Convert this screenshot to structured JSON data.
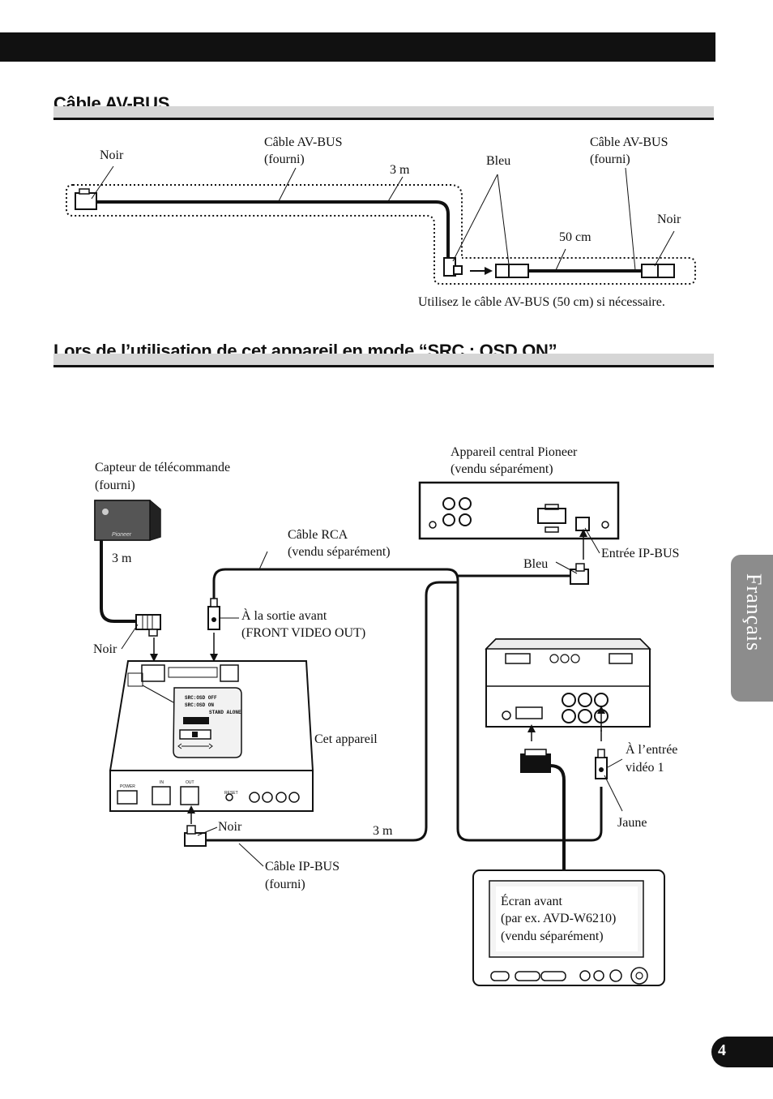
{
  "sections": {
    "s1_title": "Câble AV-BUS",
    "s2_title": "Lors de l’utilisation de cet appareil en mode “SRC : OSD ON”"
  },
  "fig1": {
    "noir_left": "Noir",
    "cable_avbus_l1": "Câble AV-BUS",
    "cable_avbus_l2": "(fourni)",
    "length_3m": "3 m",
    "bleu": "Bleu",
    "cable_avbus_right_l1": "Câble AV-BUS",
    "cable_avbus_right_l2": "(fourni)",
    "noir_right": "Noir",
    "length_50cm": "50 cm",
    "note": "Utilisez le câble AV-BUS (50 cm) si nécessaire."
  },
  "fig2": {
    "sensor_l1": "Capteur de télécommande",
    "sensor_l2": "(fourni)",
    "sensor_len": "3 m",
    "head_unit_l1": "Appareil central Pioneer",
    "head_unit_l2": "(vendu séparément)",
    "rca_l1": "Câble RCA",
    "rca_l2": "(vendu séparément)",
    "bleu": "Bleu",
    "ipbus_in": "Entrée IP-BUS",
    "front_out_l1": "À la sortie avant",
    "front_out_l2": "(FRONT VIDEO OUT)",
    "noir_top": "Noir",
    "this_unit": "Cet appareil",
    "video_in_l1": "À l’entrée",
    "video_in_l2": "vidéo 1",
    "jaune": "Jaune",
    "noir_bottom": "Noir",
    "ipbus_len": "3 m",
    "ipbus_l1": "Câble IP-BUS",
    "ipbus_l2": "(fourni)",
    "screen_l1": "Écran avant",
    "screen_l2": "(par ex. AVD-W6210)",
    "screen_l3": "(vendu séparément)",
    "switch_l1": "SRC:OSD OFF",
    "switch_l2": "SRC:OSD ON",
    "switch_l3": "STAND ALONE",
    "panel_power": "POWER",
    "panel_in": "IN",
    "panel_out": "OUT",
    "panel_reset": "RESET",
    "sensor_brand": "Pioneer"
  },
  "side_tab": "Français",
  "page_number": "4"
}
